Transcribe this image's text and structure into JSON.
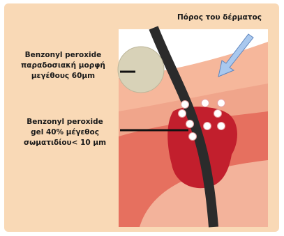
{
  "labels": {
    "skin_pore": "Πόρος του δέρματος",
    "conventional": {
      "line1": "Benzonyl peroxide",
      "line2": "παραδοσιακή μορφή",
      "line3": "μεγέθους 60μm"
    },
    "gel": {
      "line1": "Benzonyl peroxide",
      "line2": "gel 40% μέγεθος",
      "line3": "σωματιδίου< 10 μm"
    }
  },
  "colors": {
    "background": "#f9d9b6",
    "skin_surface": "#f6b79b",
    "skin_mid": "#f0a58b",
    "skin_red": "#e6705f",
    "gland": "#c21f2d",
    "hair": "#2b2b2b",
    "large_particle": "#d8d2b8",
    "small_particle": "#ffffff",
    "arrow": "#a9c8ee"
  }
}
